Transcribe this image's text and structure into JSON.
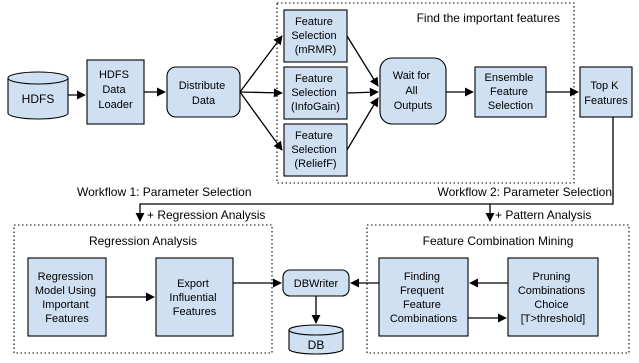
{
  "regions": {
    "important": {
      "title": "Find the important features"
    },
    "regression": {
      "title": "Regression Analysis"
    },
    "mining": {
      "title": "Feature Combination Mining"
    }
  },
  "nodes": {
    "hdfs": {
      "lines": [
        "HDFS"
      ]
    },
    "loader": {
      "lines": [
        "HDFS",
        "Data",
        "Loader"
      ]
    },
    "distribute": {
      "lines": [
        "Distribute",
        "Data"
      ]
    },
    "mrmr": {
      "lines": [
        "Feature",
        "Selection",
        "(mRMR)"
      ]
    },
    "infogain": {
      "lines": [
        "Feature",
        "Selection",
        "(InfoGain)"
      ]
    },
    "relieff": {
      "lines": [
        "Feature",
        "Selection",
        "(ReliefF)"
      ]
    },
    "wait": {
      "lines": [
        "Wait for",
        "All",
        "Outputs"
      ]
    },
    "ensemble": {
      "lines": [
        "Ensemble",
        "Feature",
        "Selection"
      ]
    },
    "topk": {
      "lines": [
        "Top K",
        "Features"
      ]
    },
    "regression_model": {
      "lines": [
        "Regression",
        "Model Using",
        "Important",
        "Features"
      ]
    },
    "export": {
      "lines": [
        "Export",
        "Influential",
        "Features"
      ]
    },
    "dbwriter": {
      "lines": [
        "DBWriter"
      ]
    },
    "db": {
      "lines": [
        "DB"
      ]
    },
    "finding": {
      "lines": [
        "Finding",
        "Frequent",
        "Feature",
        "Combinations"
      ]
    },
    "pruning": {
      "lines": [
        "Pruning",
        "Combinations",
        "Choice",
        "[T>threshold]"
      ]
    }
  },
  "workflows": {
    "wf1": {
      "line1": "Workflow 1: Parameter Selection",
      "line2": "+ Regression Analysis"
    },
    "wf2": {
      "line1": "Workflow 2: Parameter Selection",
      "line2": "+ Pattern Analysis"
    }
  },
  "colors": {
    "node_fill": "#cfe0f3",
    "stroke": "#000000"
  }
}
